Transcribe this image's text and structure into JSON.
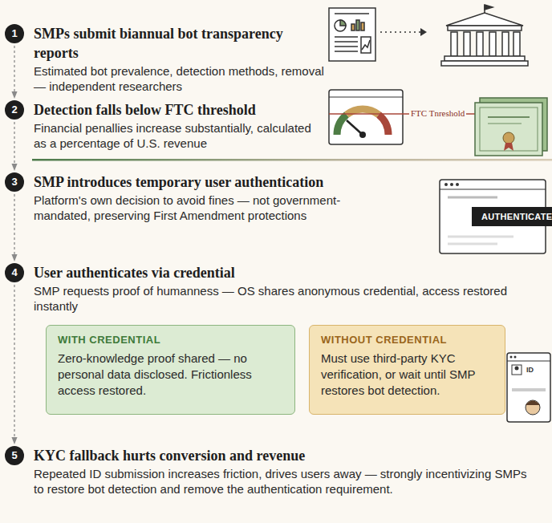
{
  "diagram": {
    "nodes": [
      {
        "text": [
          "1",
          "SMPs submit biannual bot transparency reports",
          "Estimated bot prevalence, detection methods, removal — independent researchers"
        ]
      },
      {
        "text": [
          "2",
          "Detection falls below FTC threshold",
          "Financial penallies increase substantially, calculated as a percentage of U.S. revenue"
        ]
      },
      {
        "text": [
          "3",
          "SMP introduces temporary user authentication",
          "Platform's own decision to avoid fines — not government-mandated, preserving First Amendment protections"
        ]
      },
      {
        "text": [
          "4",
          "User authenticates via credential",
          "SMP requests proof of humanness — OS shares anonymous credential, access restored instantly"
        ]
      },
      {
        "text": [
          "WITH CREDENTIAL",
          "Zero-knowledge proof shared — no personal data disclosed. Frictionless access restored."
        ]
      },
      {
        "text": [
          "WITHOUT CREDENTIAL",
          "Must use third-party KYC verification, or wait until SMP restores bot detection."
        ]
      },
      {
        "text": [
          "5",
          "KYC fallback hurts conversion and revenue",
          "Repeated ID submission increases friction, drives users away — strongly incentivizing SMPs to restore bot detection and remove the authentication requirement."
        ]
      }
    ],
    "edges": [
      {
        "from": 0,
        "to": 1,
        "arrow": "to"
      },
      {
        "from": 1,
        "to": 2,
        "arrow": "to"
      },
      {
        "from": 2,
        "to": 3,
        "arrow": "to"
      },
      {
        "from": 3,
        "to": 6,
        "arrow": "to"
      }
    ],
    "labels": [
      "FTC Tnreshold",
      "AUTHENTICATE",
      "ID"
    ]
  }
}
